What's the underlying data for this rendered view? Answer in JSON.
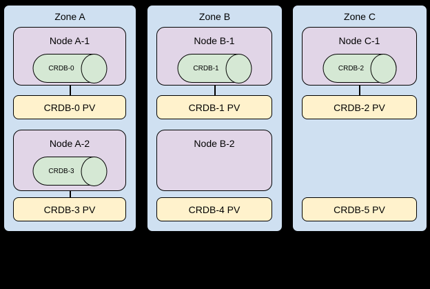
{
  "diagram": {
    "description_colors": {
      "canvas_background": "#000000",
      "zone_fill": "#cfe0f1",
      "node_fill": "#e1d5e7",
      "pod_cylinder_fill": "#d5e8d4",
      "pv_fill": "#fff2cc",
      "border": "#000000",
      "text": "#000000"
    }
  },
  "zones": [
    {
      "label": "Zone A",
      "nodes": [
        {
          "label": "Node A-1",
          "pod": "CRDB-0"
        },
        {
          "label": "Node A-2",
          "pod": "CRDB-3"
        }
      ],
      "pvs": [
        "CRDB-0 PV",
        "CRDB-3 PV"
      ]
    },
    {
      "label": "Zone B",
      "nodes": [
        {
          "label": "Node B-1",
          "pod": "CRDB-1"
        },
        {
          "label": "Node B-2",
          "pod": null
        }
      ],
      "pvs": [
        "CRDB-1 PV",
        "CRDB-4 PV"
      ]
    },
    {
      "label": "Zone C",
      "nodes": [
        {
          "label": "Node C-1",
          "pod": "CRDB-2"
        }
      ],
      "pvs": [
        "CRDB-2 PV",
        "CRDB-5 PV"
      ]
    }
  ]
}
